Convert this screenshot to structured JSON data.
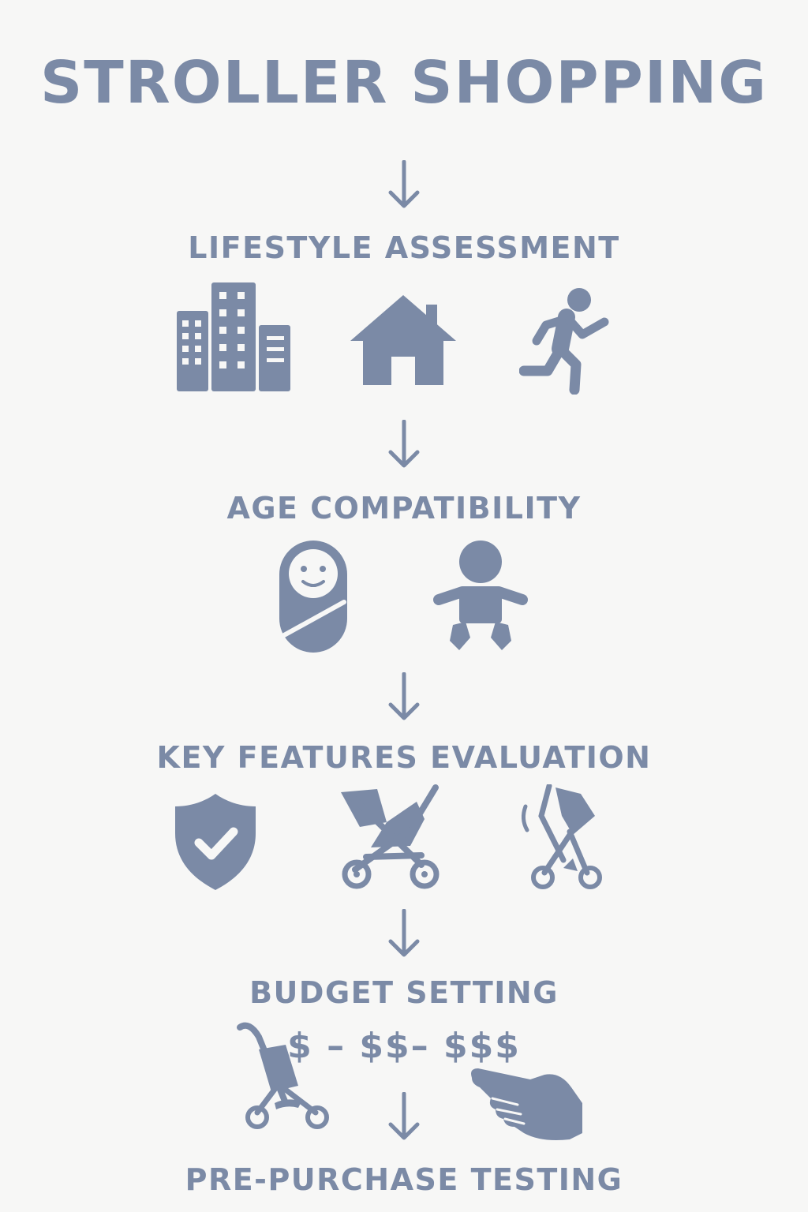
{
  "title": "STROLLER SHOPPING",
  "steps": [
    {
      "label": "LIFESTYLE ASSESSMENT",
      "icons": [
        "city-buildings-icon",
        "house-icon",
        "running-person-icon"
      ]
    },
    {
      "label": "AGE COMPATIBILITY",
      "icons": [
        "swaddled-newborn-icon",
        "toddler-icon"
      ]
    },
    {
      "label": "KEY FEATURES EVALUATION",
      "icons": [
        "safety-shield-check-icon",
        "full-size-stroller-icon",
        "folding-stroller-icon"
      ]
    },
    {
      "label": "BUDGET SETTING",
      "price_range": "$ – $$– $$$",
      "icons": [
        "umbrella-stroller-icon",
        "pointing-hand-icon"
      ]
    },
    {
      "label": "PRE-PURCHASE TESTING"
    }
  ],
  "colors": {
    "accent": "#7b8aa6",
    "background": "#f7f7f6"
  }
}
